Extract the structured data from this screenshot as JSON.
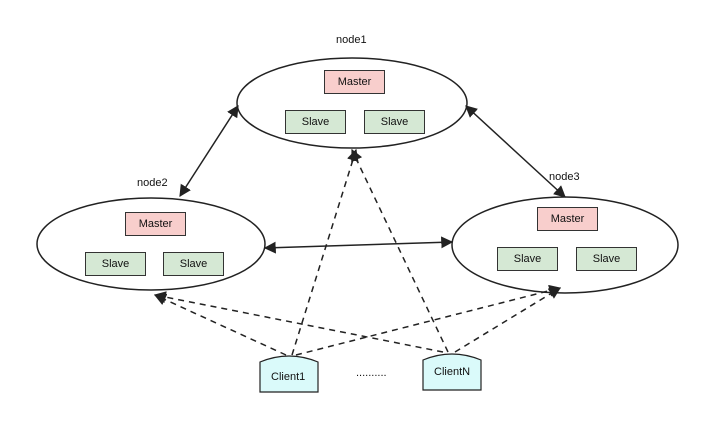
{
  "nodes": {
    "node1": {
      "label": "node1",
      "master": "Master",
      "slaves": [
        "Slave",
        "Slave"
      ]
    },
    "node2": {
      "label": "node2",
      "master": "Master",
      "slaves": [
        "Slave",
        "Slave"
      ]
    },
    "node3": {
      "label": "node3",
      "master": "Master",
      "slaves": [
        "Slave",
        "Slave"
      ]
    }
  },
  "clients": {
    "first": "Client1",
    "last": "ClientN",
    "ellipsis": ".........."
  },
  "colors": {
    "master_fill": "#f8cecc",
    "slave_fill": "#d5e8d4",
    "client_fill": "#dafafa",
    "stroke": "#222222"
  }
}
